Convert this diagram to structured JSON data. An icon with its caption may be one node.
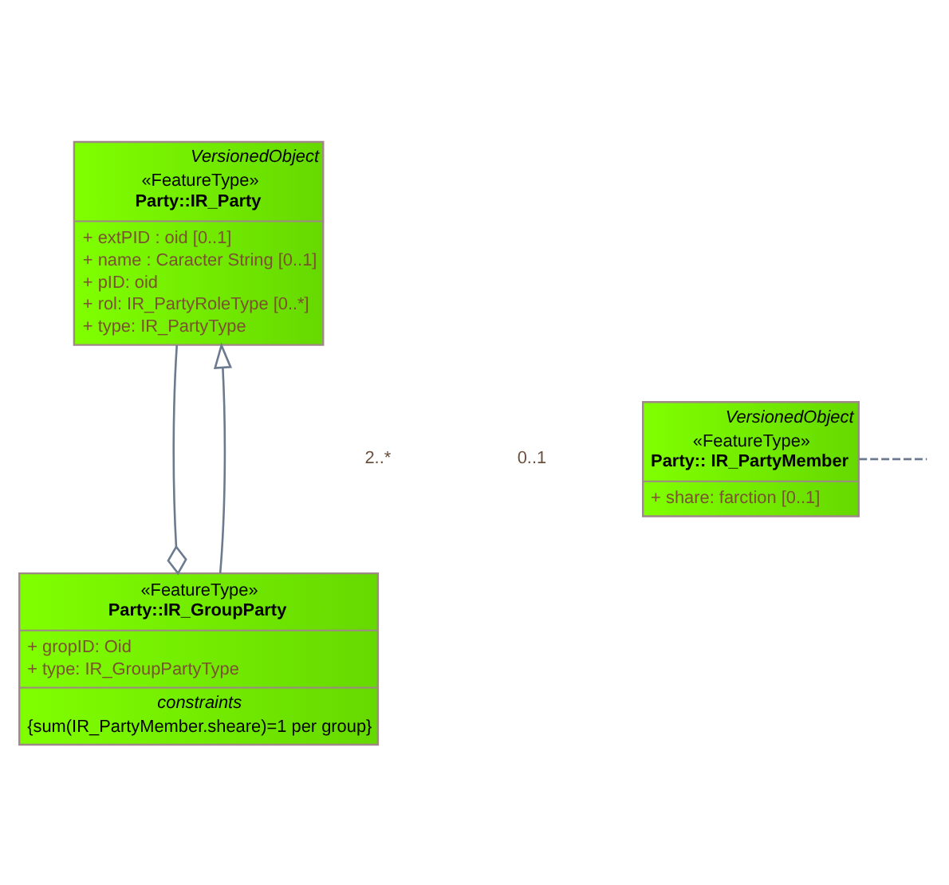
{
  "diagram": {
    "nodes": [
      {
        "text": [
          "VersionedObject",
          "«FeatureType»",
          "Party::IR_Party",
          "+ extPID : oid [0..1]",
          "+ name : Caracter String [0..1]",
          "+ pID: oid",
          "+ rol: IR_PartyRoleType [0..*]",
          "+ type: IR_PartyType"
        ]
      },
      {
        "text": [
          "VersionedObject",
          "«FeatureType»",
          "Party:: IR_PartyMember",
          "+ share: farction [0..1]"
        ]
      },
      {
        "text": [
          "«FeatureType»",
          "Party::IR_GroupParty",
          "+ gropID: Oid",
          "+ type: IR_GroupPartyType",
          "constraints",
          "{sum(IR_PartyMember.sheare)=1 per group}"
        ]
      }
    ],
    "edges": [
      {
        "from": 0,
        "to": 2,
        "arrow": "other"
      },
      {
        "from": 2,
        "to": 0,
        "arrow": "to"
      },
      {
        "from": 1,
        "to": null,
        "arrow": "none",
        "style": "dashed"
      }
    ],
    "labels": [
      "2..*",
      "0..1"
    ]
  }
}
